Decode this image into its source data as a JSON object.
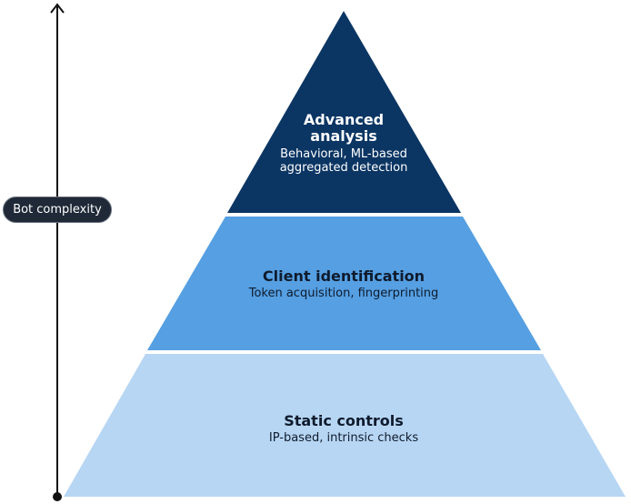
{
  "axis": {
    "label": "Bot complexity",
    "color": "#111111"
  },
  "tiers": [
    {
      "title_lines": [
        "Advanced",
        "analysis"
      ],
      "description_lines": [
        "Behavioral, ML-based",
        "aggregated detection"
      ],
      "color": "#0b3563",
      "text_color": "#ffffff"
    },
    {
      "title_lines": [
        "Client identification"
      ],
      "description_lines": [
        "Token acquisition, fingerprinting"
      ],
      "color": "#559fe2",
      "text_color": "#0f1b2d"
    },
    {
      "title_lines": [
        "Static controls"
      ],
      "description_lines": [
        "IP-based, intrinsic checks"
      ],
      "color": "#b7d6f3",
      "text_color": "#0f1b2d"
    }
  ]
}
